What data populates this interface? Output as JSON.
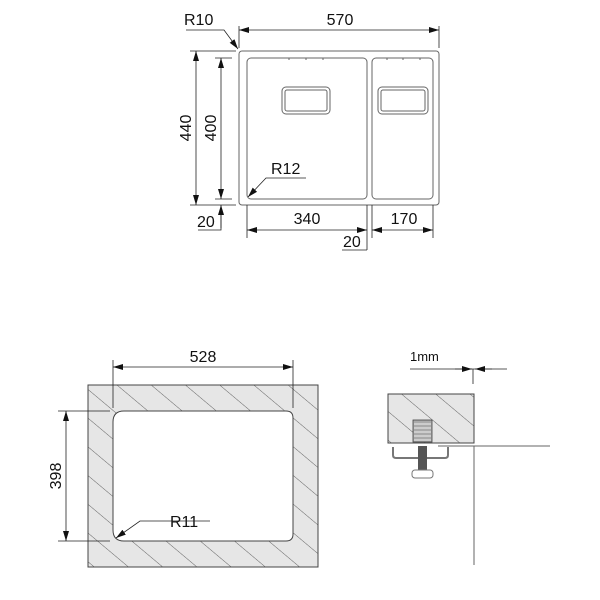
{
  "top_view": {
    "overall_width": "570",
    "overall_height": "440",
    "bowl_height": "400",
    "corner_radius_outer": "R10",
    "corner_radius_bowl": "R12",
    "bottom_margin": "20",
    "large_bowl_width": "340",
    "small_bowl_width": "170",
    "divider_width": "20"
  },
  "cutout": {
    "width": "528",
    "height": "398",
    "corner_radius": "R11"
  },
  "mount_detail": {
    "gap_label": "1mm"
  }
}
